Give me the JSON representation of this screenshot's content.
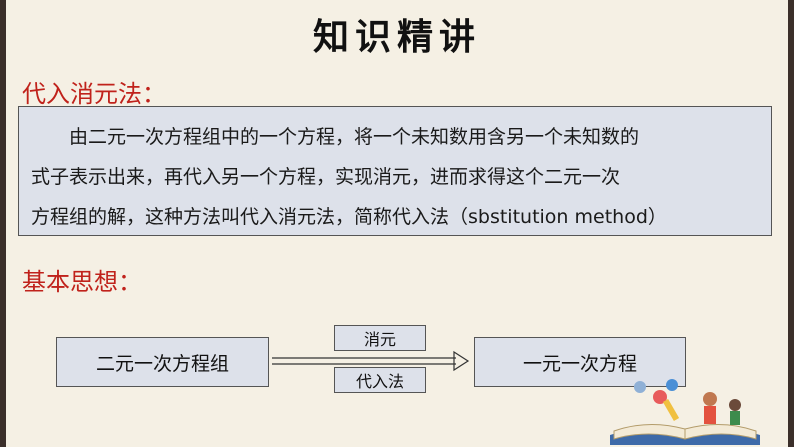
{
  "title": "知识精讲",
  "section1": {
    "label": "代入消元法："
  },
  "definition": {
    "lines": [
      "由二元一次方程组中的一个方程，将一个未知数用含另一个未知数的",
      "式子表示出来，再代入另一个方程，实现消元，进而求得这个二元一次",
      "方程组的解，这种方法叫代入消元法，简称代入法（sbstitution method）"
    ]
  },
  "section2": {
    "label": "基本思想："
  },
  "flow": {
    "left": "二元一次方程组",
    "top_label": "消元",
    "bottom_label": "代入法",
    "right": "一元一次方程"
  }
}
